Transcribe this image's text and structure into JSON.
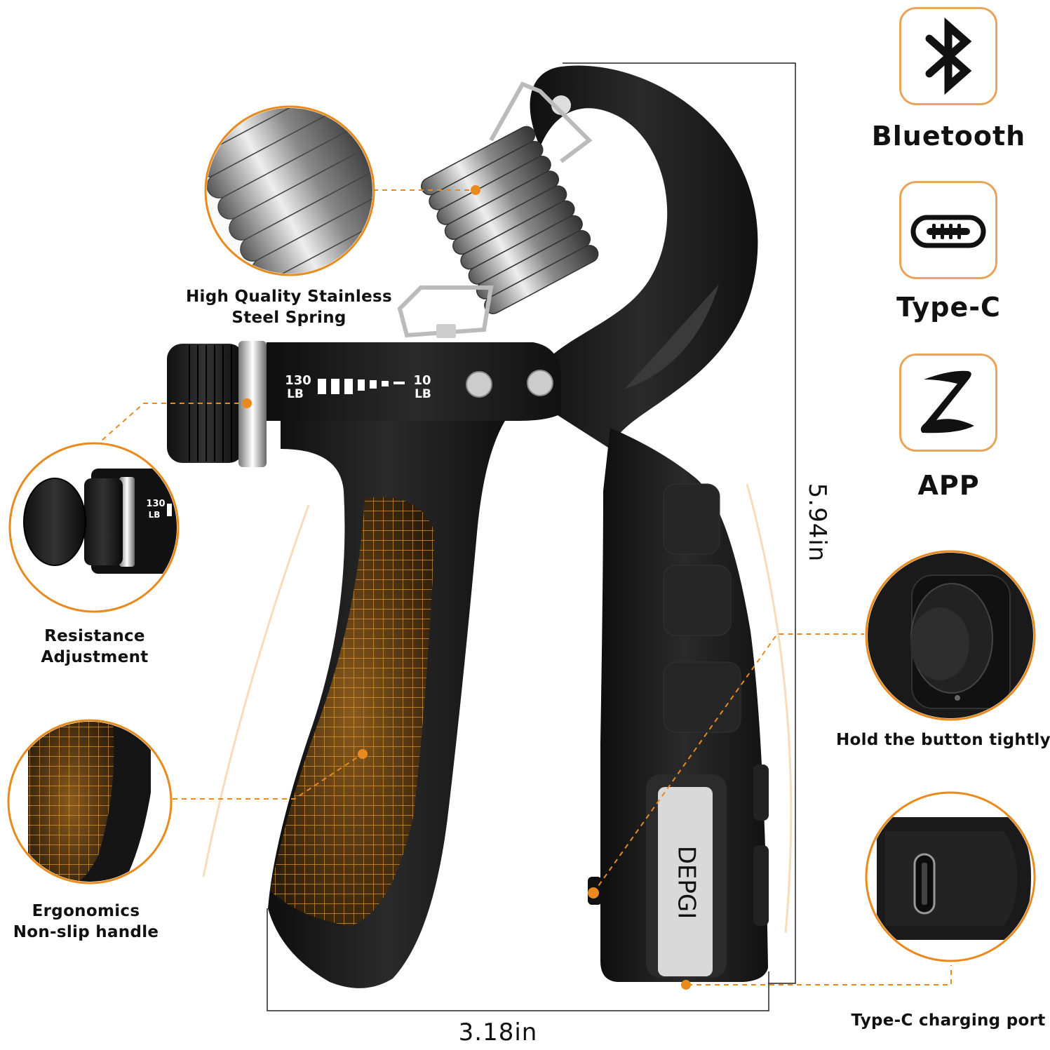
{
  "callouts": {
    "spring": "High Quality Stainless\nSteel Spring",
    "resistance": "Resistance\nAdjustment",
    "ergonomics": "Ergonomics\nNon-slip handle",
    "button": "Hold the button tightly",
    "port": "Type-C charging port"
  },
  "features": {
    "bluetooth": "Bluetooth",
    "typec": "Type-C",
    "app": "APP"
  },
  "dimensions": {
    "height": "5.94in",
    "width": "3.18in"
  },
  "scale": {
    "max_value": "130",
    "max_unit": "LB",
    "min_value": "10",
    "min_unit": "LB"
  },
  "brand": "DEPGI",
  "colors": {
    "accent": "#e98a1e",
    "body": "#1b1b1b",
    "frame": "#e7a45a"
  },
  "icons": [
    "bluetooth-icon",
    "usb-c-icon",
    "app-logo-icon"
  ]
}
